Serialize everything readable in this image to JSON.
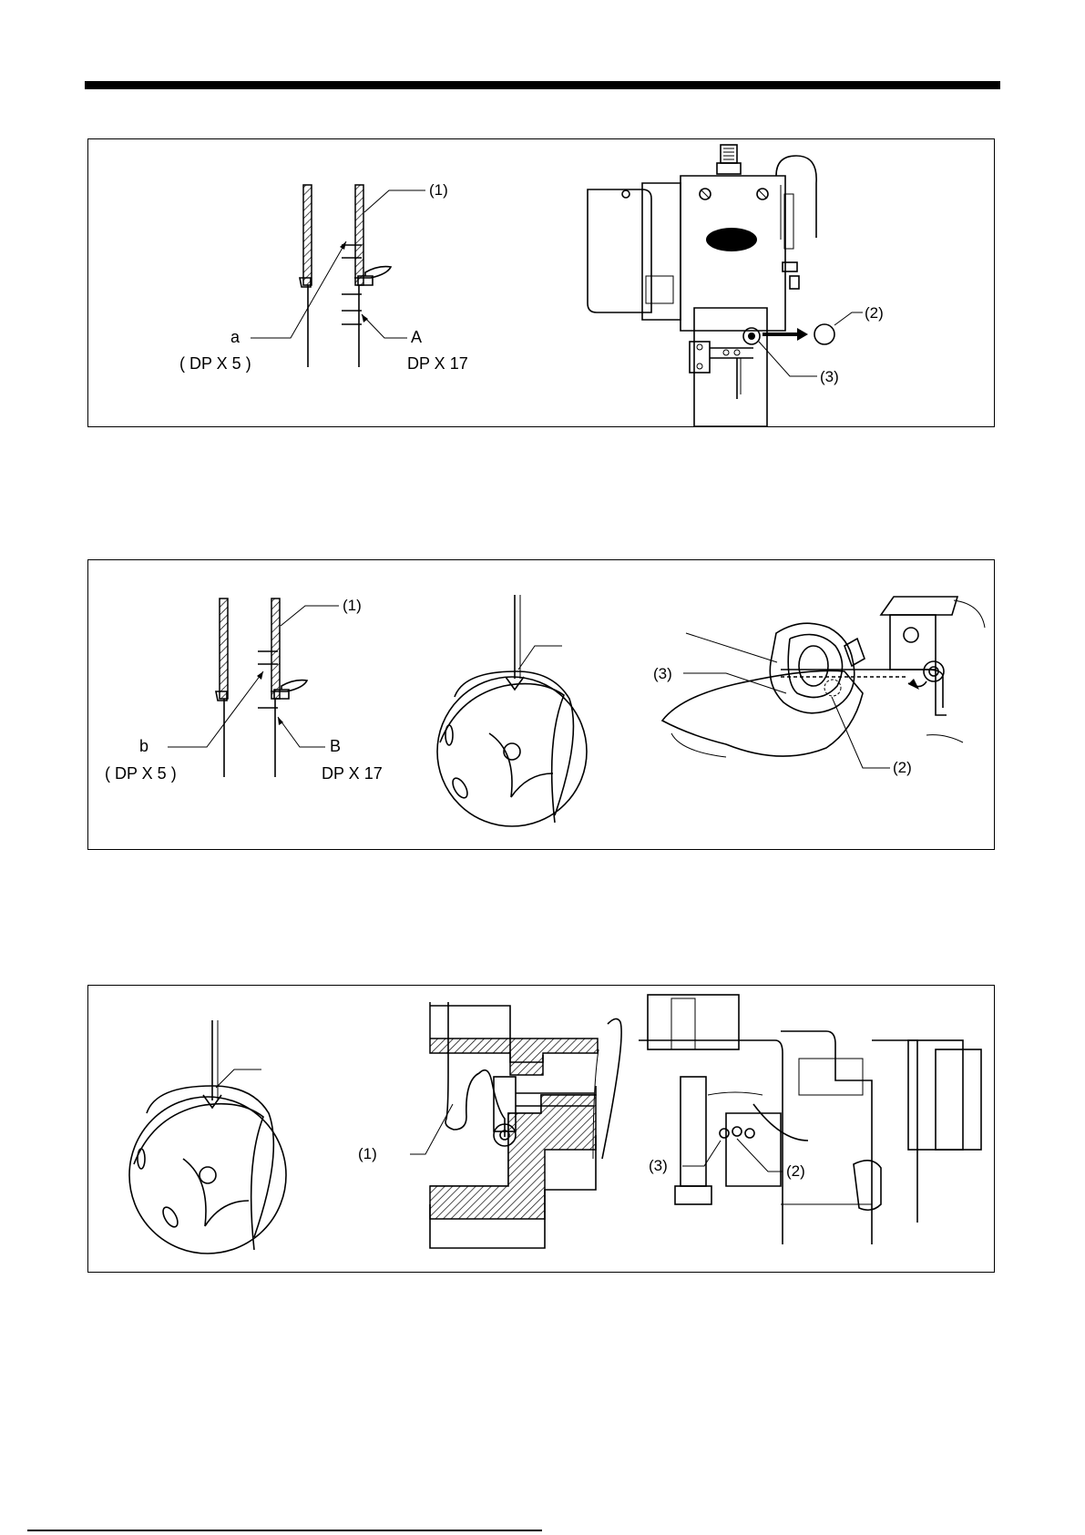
{
  "figure1": {
    "callout_1": "(1)",
    "callout_a": "a",
    "callout_A": "A",
    "needle_left": "( DP X 5 )",
    "needle_right": "DP X 17",
    "callout_2": "(2)",
    "callout_3": "(3)"
  },
  "figure2": {
    "callout_1": "(1)",
    "callout_b": "b",
    "callout_B": "B",
    "needle_left": "( DP X 5 )",
    "needle_right": "DP X 17",
    "callout_3": "(3)",
    "callout_2": "(2)"
  },
  "figure3": {
    "callout_1": "(1)",
    "callout_3": "(3)",
    "callout_2": "(2)"
  }
}
